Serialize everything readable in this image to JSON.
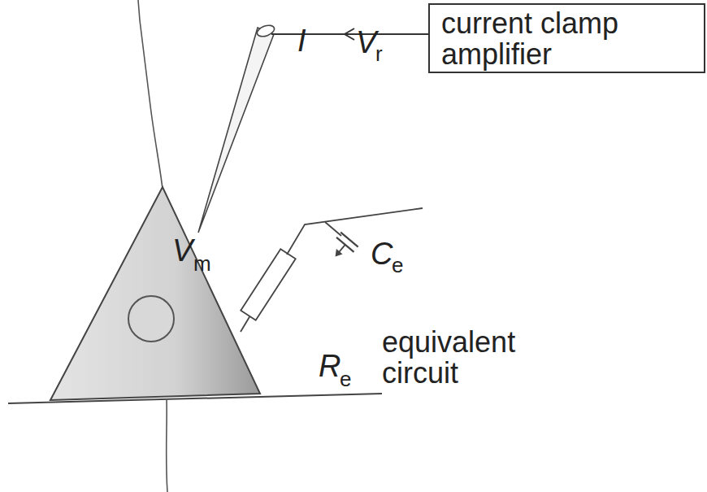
{
  "diagram": {
    "nodes": [
      {
        "text": [
          "current clamp amplifier"
        ]
      }
    ],
    "labels": [
      "I",
      "V",
      "r",
      "V",
      "m",
      "C",
      "e",
      "R",
      "e",
      "equivalent circuit"
    ]
  }
}
